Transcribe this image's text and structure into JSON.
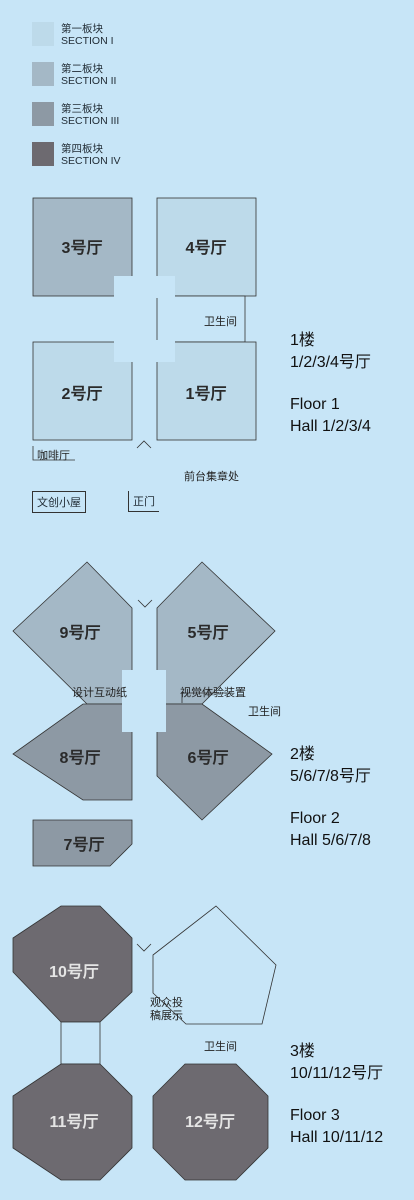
{
  "colors": {
    "background": "#c7e5f7",
    "section1": "#bddaea",
    "section2": "#a4b8c6",
    "section3": "#8d99a4",
    "section4": "#6d6a70"
  },
  "legend": [
    {
      "cn": "第一板块",
      "en": "SECTION I"
    },
    {
      "cn": "第二板块",
      "en": "SECTION II"
    },
    {
      "cn": "第三板块",
      "en": "SECTION III"
    },
    {
      "cn": "第四板块",
      "en": "SECTION IV"
    }
  ],
  "floor1": {
    "halls": [
      "3号厅",
      "4号厅",
      "2号厅",
      "1号厅"
    ],
    "restroom": "卫生间",
    "cafe": "咖啡厅",
    "reception": "前台集章处",
    "shop": "文创小屋",
    "entrance": "正门",
    "title_cn": "1楼",
    "halls_cn": "1/2/3/4号厅",
    "title_en": "Floor 1",
    "halls_en": "Hall 1/2/3/4"
  },
  "floor2": {
    "halls": [
      "9号厅",
      "5号厅",
      "8号厅",
      "6号厅",
      "7号厅"
    ],
    "interactive_paper": "设计互动纸",
    "visual_device": "视觉体验装置",
    "restroom": "卫生间",
    "title_cn": "2楼",
    "halls_cn": "5/6/7/8号厅",
    "title_en": "Floor 2",
    "halls_en": "Hall 5/6/7/8"
  },
  "floor3": {
    "halls": [
      "10号厅",
      "11号厅",
      "12号厅"
    ],
    "projection_line1": "观众投",
    "projection_line2": "稿展示",
    "restroom": "卫生间",
    "title_cn": "3楼",
    "halls_cn": "10/11/12号厅",
    "title_en": "Floor 3",
    "halls_en": "Hall 10/11/12"
  }
}
